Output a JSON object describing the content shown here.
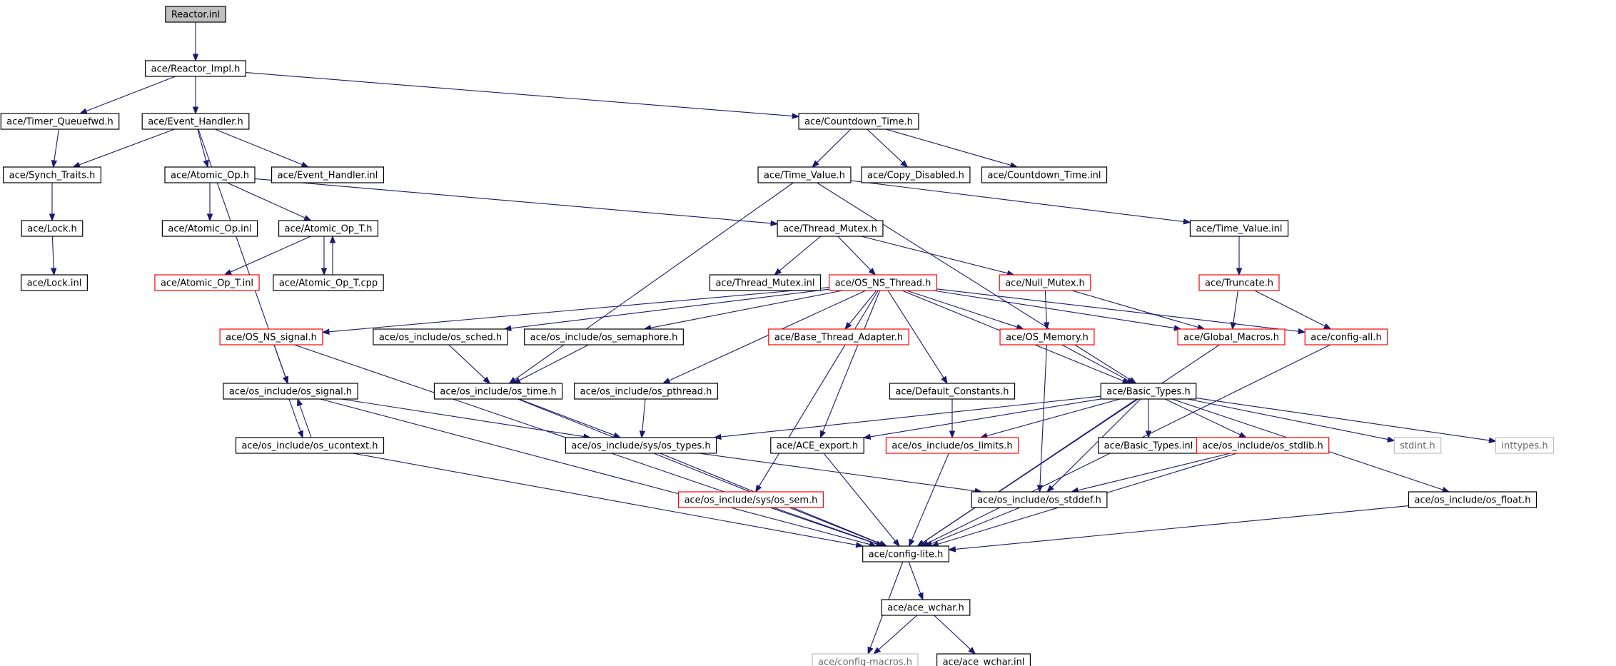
{
  "colors": {
    "edge": "#191970",
    "border_black": "#000000",
    "border_red": "#ff0000",
    "border_gray": "#bfbfbf",
    "root_fill": "#bfbfbf",
    "fill": "#ffffff"
  },
  "nodes": [
    {
      "id": "reactor_inl",
      "label": "Reactor.inl",
      "style": "root"
    },
    {
      "id": "reactor_impl_h",
      "label": "ace/Reactor_Impl.h",
      "style": "black"
    },
    {
      "id": "timer_queuefwd_h",
      "label": "ace/Timer_Queuefwd.h",
      "style": "black"
    },
    {
      "id": "event_handler_h",
      "label": "ace/Event_Handler.h",
      "style": "black"
    },
    {
      "id": "countdown_time_h",
      "label": "ace/Countdown_Time.h",
      "style": "black"
    },
    {
      "id": "synch_traits_h",
      "label": "ace/Synch_Traits.h",
      "style": "black"
    },
    {
      "id": "atomic_op_h",
      "label": "ace/Atomic_Op.h",
      "style": "black"
    },
    {
      "id": "event_handler_inl",
      "label": "ace/Event_Handler.inl",
      "style": "black"
    },
    {
      "id": "time_value_h",
      "label": "ace/Time_Value.h",
      "style": "black"
    },
    {
      "id": "copy_disabled_h",
      "label": "ace/Copy_Disabled.h",
      "style": "black"
    },
    {
      "id": "countdown_time_inl",
      "label": "ace/Countdown_Time.inl",
      "style": "black"
    },
    {
      "id": "lock_h",
      "label": "ace/Lock.h",
      "style": "black"
    },
    {
      "id": "atomic_op_inl",
      "label": "ace/Atomic_Op.inl",
      "style": "black"
    },
    {
      "id": "atomic_op_t_h",
      "label": "ace/Atomic_Op_T.h",
      "style": "black"
    },
    {
      "id": "thread_mutex_h",
      "label": "ace/Thread_Mutex.h",
      "style": "black"
    },
    {
      "id": "time_value_inl",
      "label": "ace/Time_Value.inl",
      "style": "black"
    },
    {
      "id": "lock_inl",
      "label": "ace/Lock.inl",
      "style": "black"
    },
    {
      "id": "atomic_op_t_inl",
      "label": "ace/Atomic_Op_T.inl",
      "style": "red"
    },
    {
      "id": "atomic_op_t_cpp",
      "label": "ace/Atomic_Op_T.cpp",
      "style": "black"
    },
    {
      "id": "thread_mutex_inl",
      "label": "ace/Thread_Mutex.inl",
      "style": "black"
    },
    {
      "id": "os_ns_thread_h",
      "label": "ace/OS_NS_Thread.h",
      "style": "red"
    },
    {
      "id": "null_mutex_h",
      "label": "ace/Null_Mutex.h",
      "style": "red"
    },
    {
      "id": "truncate_h",
      "label": "ace/Truncate.h",
      "style": "red"
    },
    {
      "id": "os_ns_signal_h",
      "label": "ace/OS_NS_signal.h",
      "style": "red"
    },
    {
      "id": "os_sched_h",
      "label": "ace/os_include/os_sched.h",
      "style": "black"
    },
    {
      "id": "os_semaphore_h",
      "label": "ace/os_include/os_semaphore.h",
      "style": "black"
    },
    {
      "id": "base_thread_adapter_h",
      "label": "ace/Base_Thread_Adapter.h",
      "style": "red"
    },
    {
      "id": "os_memory_h",
      "label": "ace/OS_Memory.h",
      "style": "red"
    },
    {
      "id": "global_macros_h",
      "label": "ace/Global_Macros.h",
      "style": "red"
    },
    {
      "id": "config_all_h",
      "label": "ace/config-all.h",
      "style": "red"
    },
    {
      "id": "os_signal_h",
      "label": "ace/os_include/os_signal.h",
      "style": "black"
    },
    {
      "id": "os_time_h",
      "label": "ace/os_include/os_time.h",
      "style": "black"
    },
    {
      "id": "os_pthread_h",
      "label": "ace/os_include/os_pthread.h",
      "style": "black"
    },
    {
      "id": "default_constants_h",
      "label": "ace/Default_Constants.h",
      "style": "black"
    },
    {
      "id": "basic_types_h",
      "label": "ace/Basic_Types.h",
      "style": "black"
    },
    {
      "id": "os_ucontext_h",
      "label": "ace/os_include/os_ucontext.h",
      "style": "black"
    },
    {
      "id": "sys_os_types_h",
      "label": "ace/os_include/sys/os_types.h",
      "style": "black"
    },
    {
      "id": "ace_export_h",
      "label": "ace/ACE_export.h",
      "style": "black"
    },
    {
      "id": "os_limits_h",
      "label": "ace/os_include/os_limits.h",
      "style": "red"
    },
    {
      "id": "basic_types_inl",
      "label": "ace/Basic_Types.inl",
      "style": "black"
    },
    {
      "id": "os_stdlib_h",
      "label": "ace/os_include/os_stdlib.h",
      "style": "red"
    },
    {
      "id": "stdint_h",
      "label": "stdint.h",
      "style": "gray"
    },
    {
      "id": "inttypes_h",
      "label": "inttypes.h",
      "style": "gray"
    },
    {
      "id": "sys_os_sem_h",
      "label": "ace/os_include/sys/os_sem.h",
      "style": "red"
    },
    {
      "id": "os_stddef_h",
      "label": "ace/os_include/os_stddef.h",
      "style": "black"
    },
    {
      "id": "os_float_h",
      "label": "ace/os_include/os_float.h",
      "style": "black"
    },
    {
      "id": "config_lite_h",
      "label": "ace/config-lite.h",
      "style": "black"
    },
    {
      "id": "ace_wchar_h",
      "label": "ace/ace_wchar.h",
      "style": "black"
    },
    {
      "id": "config_macros_h",
      "label": "ace/config-macros.h",
      "style": "gray"
    },
    {
      "id": "ace_wchar_inl",
      "label": "ace/ace_wchar.inl",
      "style": "black"
    }
  ],
  "edges": [
    [
      "reactor_inl",
      "reactor_impl_h"
    ],
    [
      "reactor_impl_h",
      "timer_queuefwd_h"
    ],
    [
      "reactor_impl_h",
      "event_handler_h"
    ],
    [
      "reactor_impl_h",
      "countdown_time_h"
    ],
    [
      "timer_queuefwd_h",
      "synch_traits_h"
    ],
    [
      "event_handler_h",
      "synch_traits_h"
    ],
    [
      "event_handler_h",
      "atomic_op_h"
    ],
    [
      "event_handler_h",
      "event_handler_inl"
    ],
    [
      "event_handler_h",
      "os_signal_h"
    ],
    [
      "countdown_time_h",
      "time_value_h"
    ],
    [
      "countdown_time_h",
      "copy_disabled_h"
    ],
    [
      "countdown_time_h",
      "countdown_time_inl"
    ],
    [
      "synch_traits_h",
      "lock_h"
    ],
    [
      "lock_h",
      "lock_inl"
    ],
    [
      "atomic_op_h",
      "atomic_op_inl"
    ],
    [
      "atomic_op_h",
      "atomic_op_t_h"
    ],
    [
      "atomic_op_h",
      "thread_mutex_h"
    ],
    [
      "atomic_op_t_h",
      "atomic_op_t_inl"
    ],
    [
      "atomic_op_t_h",
      "atomic_op_t_cpp"
    ],
    [
      "atomic_op_t_cpp",
      "atomic_op_t_h"
    ],
    [
      "time_value_h",
      "time_value_inl"
    ],
    [
      "time_value_h",
      "basic_types_h"
    ],
    [
      "time_value_h",
      "os_time_h"
    ],
    [
      "time_value_inl",
      "truncate_h"
    ],
    [
      "thread_mutex_h",
      "thread_mutex_inl"
    ],
    [
      "thread_mutex_h",
      "os_ns_thread_h"
    ],
    [
      "thread_mutex_h",
      "null_mutex_h"
    ],
    [
      "null_mutex_h",
      "os_memory_h"
    ],
    [
      "null_mutex_h",
      "global_macros_h"
    ],
    [
      "truncate_h",
      "global_macros_h"
    ],
    [
      "truncate_h",
      "config_all_h"
    ],
    [
      "os_ns_thread_h",
      "os_ns_signal_h"
    ],
    [
      "os_ns_thread_h",
      "os_sched_h"
    ],
    [
      "os_ns_thread_h",
      "os_semaphore_h"
    ],
    [
      "os_ns_thread_h",
      "base_thread_adapter_h"
    ],
    [
      "os_ns_thread_h",
      "os_memory_h"
    ],
    [
      "os_ns_thread_h",
      "global_macros_h"
    ],
    [
      "os_ns_thread_h",
      "config_all_h"
    ],
    [
      "os_ns_thread_h",
      "os_pthread_h"
    ],
    [
      "os_ns_thread_h",
      "default_constants_h"
    ],
    [
      "os_ns_thread_h",
      "basic_types_h"
    ],
    [
      "os_ns_thread_h",
      "ace_export_h"
    ],
    [
      "os_ns_thread_h",
      "sys_os_sem_h"
    ],
    [
      "os_ns_signal_h",
      "os_signal_h"
    ],
    [
      "os_ns_signal_h",
      "config_lite_h"
    ],
    [
      "os_sched_h",
      "os_time_h"
    ],
    [
      "os_semaphore_h",
      "os_time_h"
    ],
    [
      "os_memory_h",
      "basic_types_h"
    ],
    [
      "os_memory_h",
      "os_stddef_h"
    ],
    [
      "global_macros_h",
      "config_lite_h"
    ],
    [
      "config_all_h",
      "config_lite_h"
    ],
    [
      "os_signal_h",
      "os_ucontext_h"
    ],
    [
      "os_ucontext_h",
      "os_signal_h"
    ],
    [
      "os_signal_h",
      "sys_os_types_h"
    ],
    [
      "os_signal_h",
      "config_lite_h"
    ],
    [
      "os_ucontext_h",
      "config_lite_h"
    ],
    [
      "os_time_h",
      "sys_os_types_h"
    ],
    [
      "os_time_h",
      "config_lite_h"
    ],
    [
      "os_pthread_h",
      "sys_os_types_h"
    ],
    [
      "default_constants_h",
      "os_limits_h"
    ],
    [
      "basic_types_h",
      "sys_os_types_h"
    ],
    [
      "basic_types_h",
      "ace_export_h"
    ],
    [
      "basic_types_h",
      "os_limits_h"
    ],
    [
      "basic_types_h",
      "basic_types_inl"
    ],
    [
      "basic_types_h",
      "os_stdlib_h"
    ],
    [
      "basic_types_h",
      "stdint_h"
    ],
    [
      "basic_types_h",
      "inttypes_h"
    ],
    [
      "basic_types_h",
      "os_stddef_h"
    ],
    [
      "basic_types_h",
      "os_float_h"
    ],
    [
      "basic_types_h",
      "config_lite_h"
    ],
    [
      "sys_os_types_h",
      "os_stddef_h"
    ],
    [
      "sys_os_types_h",
      "config_lite_h"
    ],
    [
      "ace_export_h",
      "config_lite_h"
    ],
    [
      "os_limits_h",
      "config_lite_h"
    ],
    [
      "os_stdlib_h",
      "os_stddef_h"
    ],
    [
      "os_stdlib_h",
      "config_lite_h"
    ],
    [
      "sys_os_sem_h",
      "config_lite_h"
    ],
    [
      "os_stddef_h",
      "config_lite_h"
    ],
    [
      "os_float_h",
      "config_lite_h"
    ],
    [
      "config_lite_h",
      "ace_wchar_h"
    ],
    [
      "config_lite_h",
      "config_macros_h"
    ],
    [
      "ace_wchar_h",
      "config_macros_h"
    ],
    [
      "ace_wchar_h",
      "ace_wchar_inl"
    ]
  ]
}
